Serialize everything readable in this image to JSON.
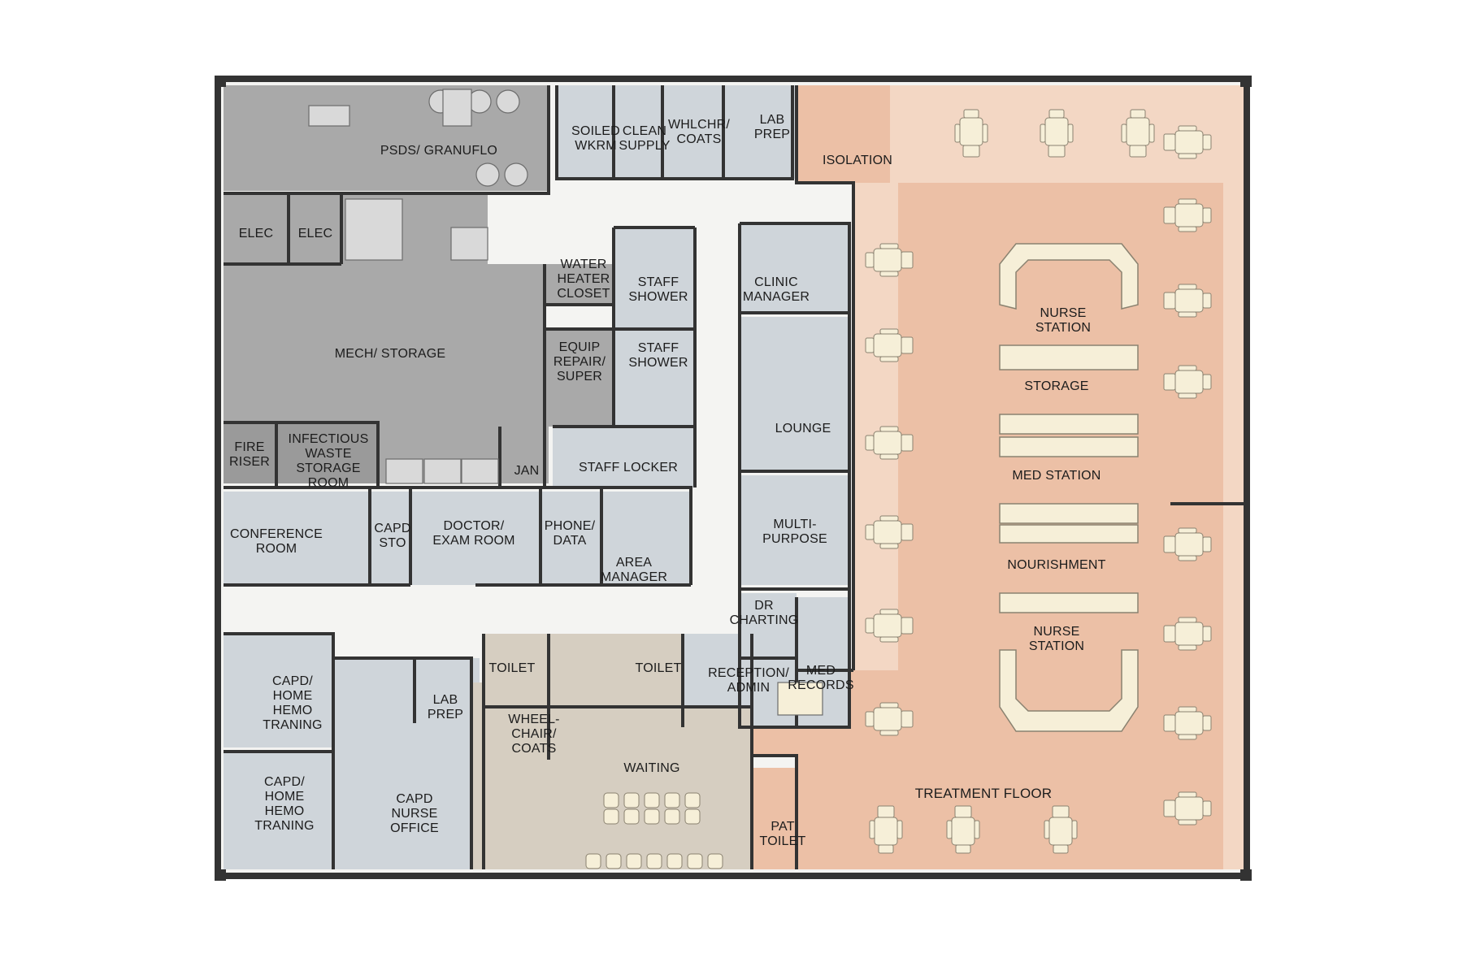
{
  "title": "",
  "colors": {
    "wall": "#333333",
    "mech_gray": "#a9a9a9",
    "mech_dark": "#9a9a9a",
    "staff_blue": "#cfd5da",
    "treatment_peach": "#ecc0a6",
    "treatment_light": "#f3d7c4",
    "waiting_tan": "#d6cec1",
    "corridor": "#f4f4f2",
    "furniture": "#f6efd8"
  },
  "rooms": {
    "psds_granuflo": "PSDS/ GRANUFLO",
    "elec_1": "ELEC",
    "elec_2": "ELEC",
    "mech_storage": "MECH/ STORAGE",
    "fire_riser": [
      "FIRE",
      "RISER"
    ],
    "infectious_waste": [
      "INFECTIOUS",
      "WASTE",
      "STORAGE",
      "ROOM"
    ],
    "jan": "JAN",
    "soiled_wkrm": [
      "SOILED",
      "WKRM"
    ],
    "clean_supply": [
      "CLEAN",
      "SUPPLY"
    ],
    "whlchr_coats": [
      "WHLCHR/",
      "COATS"
    ],
    "lab_prep_top": [
      "LAB",
      "PREP"
    ],
    "isolation": "ISOLATION",
    "water_heater": [
      "WATER",
      "HEATER",
      "CLOSET"
    ],
    "staff_shower_1": [
      "STAFF",
      "SHOWER"
    ],
    "staff_shower_2": [
      "STAFF",
      "SHOWER"
    ],
    "equip_repair": [
      "EQUIP",
      "REPAIR/",
      "SUPER"
    ],
    "staff_locker": "STAFF LOCKER",
    "clinic_manager": [
      "CLINIC",
      "MANAGER"
    ],
    "lounge": "LOUNGE",
    "multi_purpose": [
      "MULTI-",
      "PURPOSE"
    ],
    "conference_room": [
      "CONFERENCE",
      "ROOM"
    ],
    "capd_sto": [
      "CAPD",
      "STO"
    ],
    "doctor_exam": [
      "DOCTOR/",
      "EXAM ROOM"
    ],
    "phone_data": [
      "PHONE/",
      "DATA"
    ],
    "area_manager": [
      "AREA",
      "MANAGER"
    ],
    "dr_charting": [
      "DR",
      "CHARTING"
    ],
    "reception_admin": [
      "RECEPTION/",
      "ADMIN"
    ],
    "med_records": [
      "MED",
      "RECORDS"
    ],
    "toilet_1": "TOILET",
    "toilet_2": "TOILET",
    "wheelchair_coats": [
      "WHEEL-",
      "CHAIR/",
      "COATS"
    ],
    "waiting": "WAITING",
    "capd_home_1": [
      "CAPD/",
      "HOME",
      "HEMO",
      "TRANING"
    ],
    "capd_home_2": [
      "CAPD/",
      "HOME",
      "HEMO",
      "TRANING"
    ],
    "lab_prep_bottom": [
      "LAB",
      "PREP"
    ],
    "capd_nurse_office": [
      "CAPD",
      "NURSE",
      "OFFICE"
    ],
    "pat_toilet": [
      "PAT",
      "TOILET"
    ],
    "nurse_station_1": [
      "NURSE",
      "STATION"
    ],
    "storage": "STORAGE",
    "med_station": "MED STATION",
    "nourishment": "NOURISHMENT",
    "nurse_station_2": [
      "NURSE",
      "STATION"
    ],
    "treatment_floor": "TREATMENT FLOOR"
  }
}
